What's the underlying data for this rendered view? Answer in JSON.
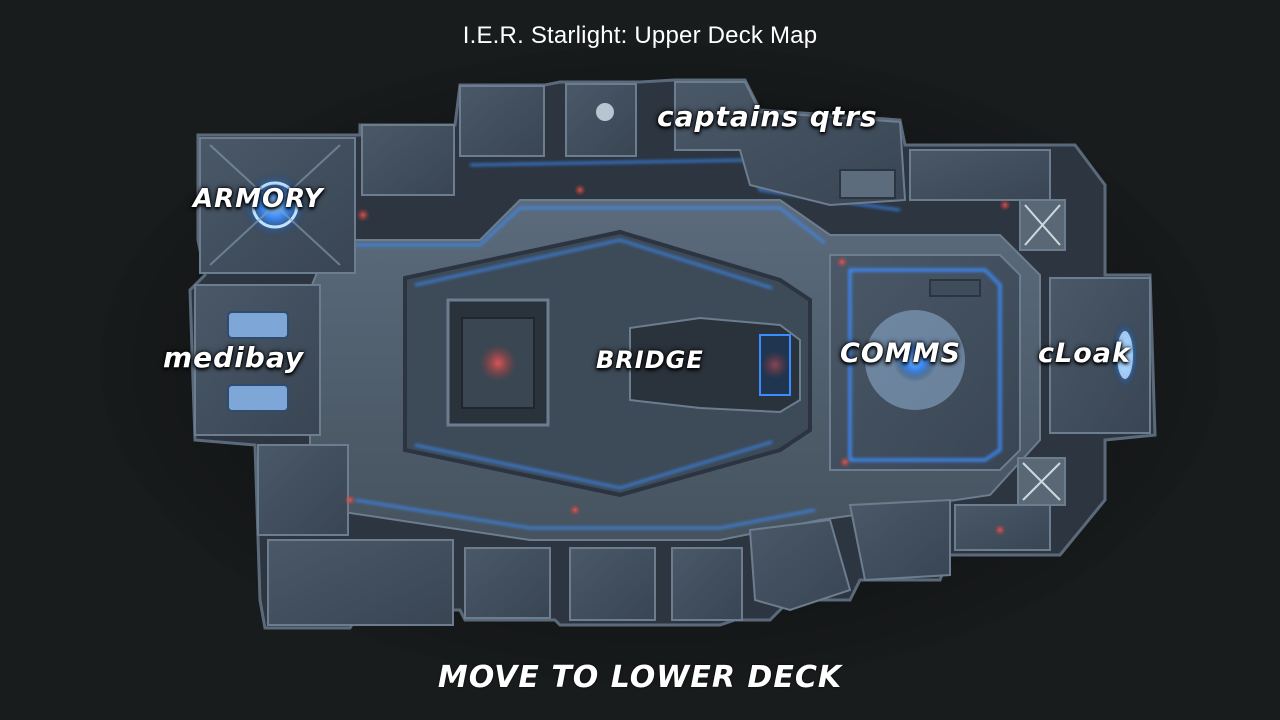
{
  "title": "I.E.R. Starlight: Upper Deck Map",
  "rooms": {
    "armory": "ARMORY",
    "captains_qtrs": "captains qtrs",
    "medibay": "medibay",
    "bridge": "BRIDGE",
    "comms": "COMMS",
    "cloak": "cLoak"
  },
  "nav": {
    "lower_deck": "move to Lower Deck"
  },
  "colors": {
    "background": "#191c1d",
    "hull": "#3a4a5c",
    "floor": "#4e5d6e",
    "neon": "#3a8dff",
    "alert": "#c0392b",
    "label": "#ffffff"
  }
}
